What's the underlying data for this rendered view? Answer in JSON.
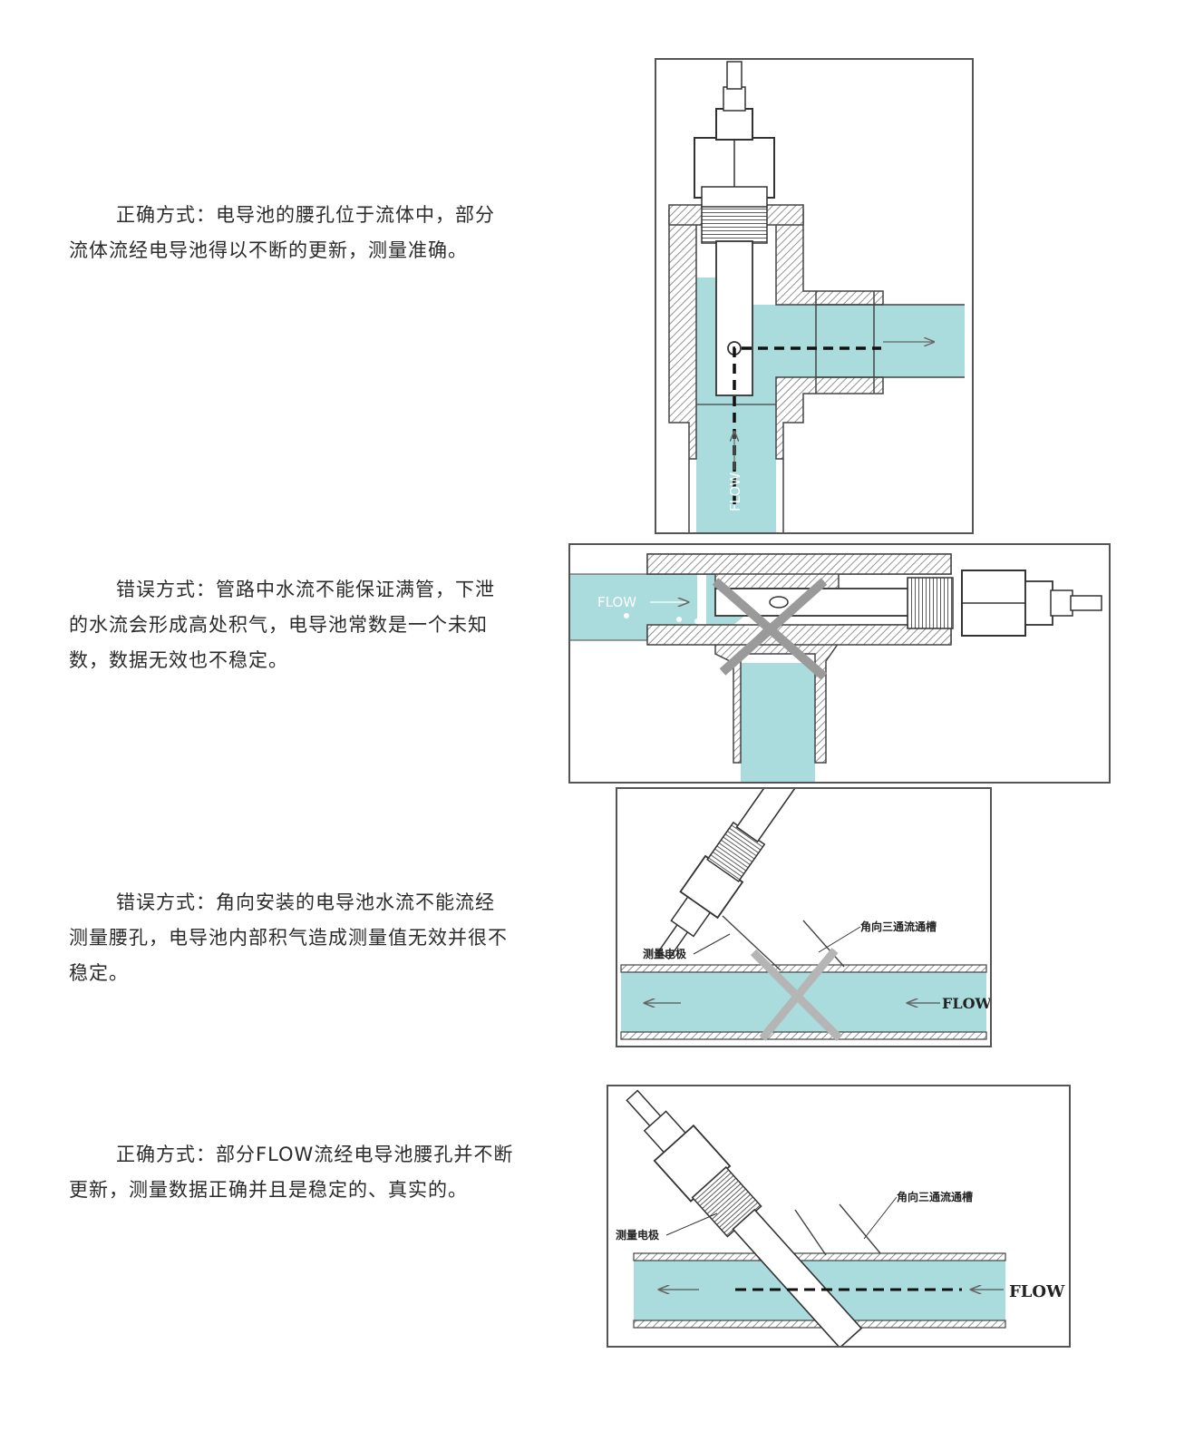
{
  "items": [
    {
      "text": "正确方式：电导池的腰孔位于流体中，部分流体流经电导池得以不断的更新，测量准确。"
    },
    {
      "text": "错误方式：管路中水流不能保证满管，下泄的水流会形成高处积气，电导池常数是一个未知数，数据无效也不稳定。"
    },
    {
      "text": "错误方式：角向安装的电导池水流不能流经测量腰孔，电导池内部积气造成测量值无效并很不稳定。"
    },
    {
      "text": "正确方式：部分FLOW流经电导池腰孔并不断更新，测量数据正确并且是稳定的、真实的。"
    }
  ],
  "diagrams": {
    "d1": {
      "flow_label": "FLOW"
    },
    "d2": {
      "flow_label": "FLOW"
    },
    "d3": {
      "electrode_label": "测量电极",
      "tee_label": "角向三通流通槽",
      "flow_label": "FLOW"
    },
    "d4": {
      "electrode_label": "测量电极",
      "tee_label": "角向三通流通槽",
      "flow_label": "FLOW"
    }
  },
  "colors": {
    "water": "#aadbdd",
    "hatch": "#777777",
    "line": "#444444",
    "cross": "#9a9a9a"
  }
}
